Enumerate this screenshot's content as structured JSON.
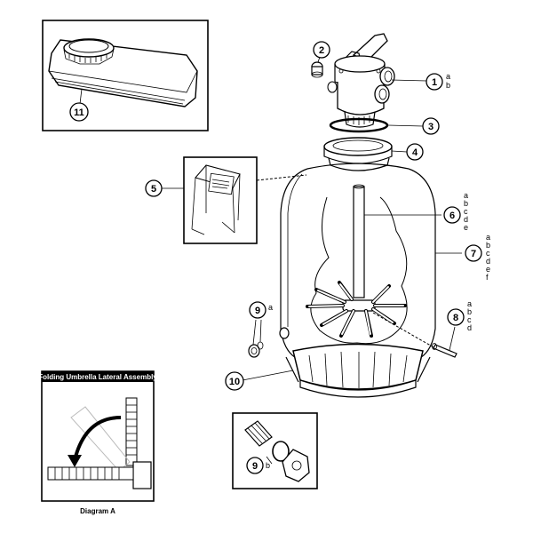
{
  "callouts": [
    {
      "id": "c1",
      "number": "1",
      "suffixes": [
        "a",
        "b"
      ]
    },
    {
      "id": "c2",
      "number": "2",
      "suffixes": []
    },
    {
      "id": "c3",
      "number": "3",
      "suffixes": []
    },
    {
      "id": "c4",
      "number": "4",
      "suffixes": []
    },
    {
      "id": "c5",
      "number": "5",
      "suffixes": []
    },
    {
      "id": "c6",
      "number": "6",
      "suffixes": [
        "a",
        "b",
        "c",
        "d",
        "e"
      ]
    },
    {
      "id": "c7",
      "number": "7",
      "suffixes": [
        "a",
        "b",
        "c",
        "d",
        "e",
        "f"
      ]
    },
    {
      "id": "c8",
      "number": "8",
      "suffixes": [
        "a",
        "b",
        "c",
        "d"
      ]
    },
    {
      "id": "c9a",
      "number": "9",
      "suffixes": [
        "a"
      ]
    },
    {
      "id": "c9b",
      "number": "9",
      "suffixes": [
        "b"
      ]
    },
    {
      "id": "c10",
      "number": "10",
      "suffixes": []
    },
    {
      "id": "c11",
      "number": "11",
      "suffixes": []
    }
  ],
  "inset_a": {
    "title": "Folding Umbrella Lateral Assembly",
    "caption": "Diagram A"
  }
}
